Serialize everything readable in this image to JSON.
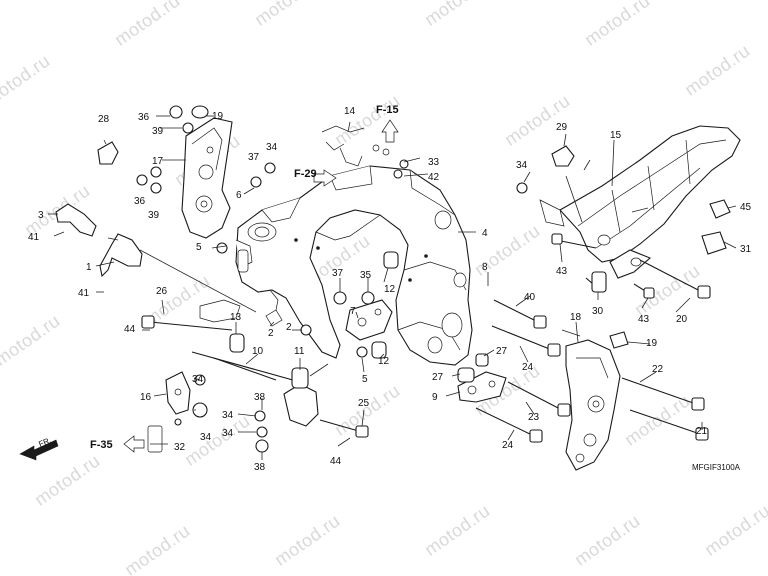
{
  "diagram": {
    "watermark": "motod.ru",
    "figure_code": "MFGIF3100A",
    "front_label": "FR.",
    "references": [
      {
        "id": "ref-f15",
        "label": "F-15"
      },
      {
        "id": "ref-f29",
        "label": "F-29"
      },
      {
        "id": "ref-f35",
        "label": "F-35"
      }
    ],
    "callouts": [
      {
        "id": "c1",
        "label": "1"
      },
      {
        "id": "c2a",
        "label": "2"
      },
      {
        "id": "c2b",
        "label": "2"
      },
      {
        "id": "c3",
        "label": "3"
      },
      {
        "id": "c4",
        "label": "4"
      },
      {
        "id": "c5a",
        "label": "5"
      },
      {
        "id": "c5b",
        "label": "5"
      },
      {
        "id": "c6",
        "label": "6"
      },
      {
        "id": "c7",
        "label": "7"
      },
      {
        "id": "c8",
        "label": "8"
      },
      {
        "id": "c9",
        "label": "9"
      },
      {
        "id": "c10",
        "label": "10"
      },
      {
        "id": "c11",
        "label": "11"
      },
      {
        "id": "c12a",
        "label": "12"
      },
      {
        "id": "c12b",
        "label": "12"
      },
      {
        "id": "c13",
        "label": "13"
      },
      {
        "id": "c14",
        "label": "14"
      },
      {
        "id": "c15",
        "label": "15"
      },
      {
        "id": "c16",
        "label": "16"
      },
      {
        "id": "c17",
        "label": "17"
      },
      {
        "id": "c18",
        "label": "18"
      },
      {
        "id": "c19a",
        "label": "19"
      },
      {
        "id": "c19b",
        "label": "19"
      },
      {
        "id": "c20",
        "label": "20"
      },
      {
        "id": "c21",
        "label": "21"
      },
      {
        "id": "c22",
        "label": "22"
      },
      {
        "id": "c23",
        "label": "23"
      },
      {
        "id": "c24a",
        "label": "24"
      },
      {
        "id": "c24b",
        "label": "24"
      },
      {
        "id": "c25",
        "label": "25"
      },
      {
        "id": "c26",
        "label": "26"
      },
      {
        "id": "c27a",
        "label": "27"
      },
      {
        "id": "c27b",
        "label": "27"
      },
      {
        "id": "c28",
        "label": "28"
      },
      {
        "id": "c29",
        "label": "29"
      },
      {
        "id": "c30",
        "label": "30"
      },
      {
        "id": "c31",
        "label": "31"
      },
      {
        "id": "c32",
        "label": "32"
      },
      {
        "id": "c33",
        "label": "33"
      },
      {
        "id": "c34a",
        "label": "34"
      },
      {
        "id": "c34b",
        "label": "34"
      },
      {
        "id": "c34c",
        "label": "34"
      },
      {
        "id": "c34d",
        "label": "34"
      },
      {
        "id": "c34e",
        "label": "34"
      },
      {
        "id": "c34f",
        "label": "34"
      },
      {
        "id": "c35",
        "label": "35"
      },
      {
        "id": "c36a",
        "label": "36"
      },
      {
        "id": "c36b",
        "label": "36"
      },
      {
        "id": "c37a",
        "label": "37"
      },
      {
        "id": "c37b",
        "label": "37"
      },
      {
        "id": "c38a",
        "label": "38"
      },
      {
        "id": "c38b",
        "label": "38"
      },
      {
        "id": "c39a",
        "label": "39"
      },
      {
        "id": "c39b",
        "label": "39"
      },
      {
        "id": "c40",
        "label": "40"
      },
      {
        "id": "c41a",
        "label": "41"
      },
      {
        "id": "c41b",
        "label": "41"
      },
      {
        "id": "c42",
        "label": "42"
      },
      {
        "id": "c43a",
        "label": "43"
      },
      {
        "id": "c43b",
        "label": "43"
      },
      {
        "id": "c44a",
        "label": "44"
      },
      {
        "id": "c44b",
        "label": "44"
      },
      {
        "id": "c45",
        "label": "45"
      }
    ]
  }
}
